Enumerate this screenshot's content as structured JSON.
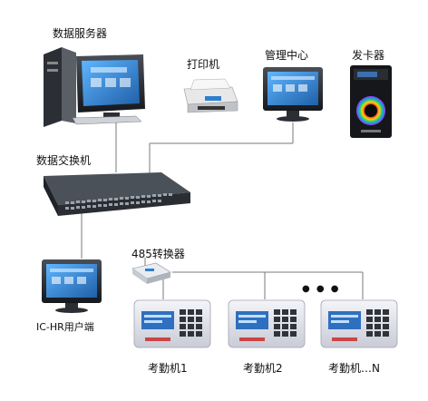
{
  "labels": {
    "data_server": "数据服务器",
    "printer": "打印机",
    "management_center": "管理中心",
    "card_issuer": "发卡器",
    "switch": "数据交换机",
    "converter": "485转换器",
    "client": "IC-HR用户端",
    "terminal_1": "考勤机1",
    "terminal_2": "考勤机2",
    "terminal_n": "考勤机…N",
    "ellipsis": "● ● ●"
  },
  "colors": {
    "line": "#7a7a7a",
    "screen_blue": "#2f7fd0",
    "device_body": "#dcdde6",
    "switch_body": "#3a3f45"
  }
}
